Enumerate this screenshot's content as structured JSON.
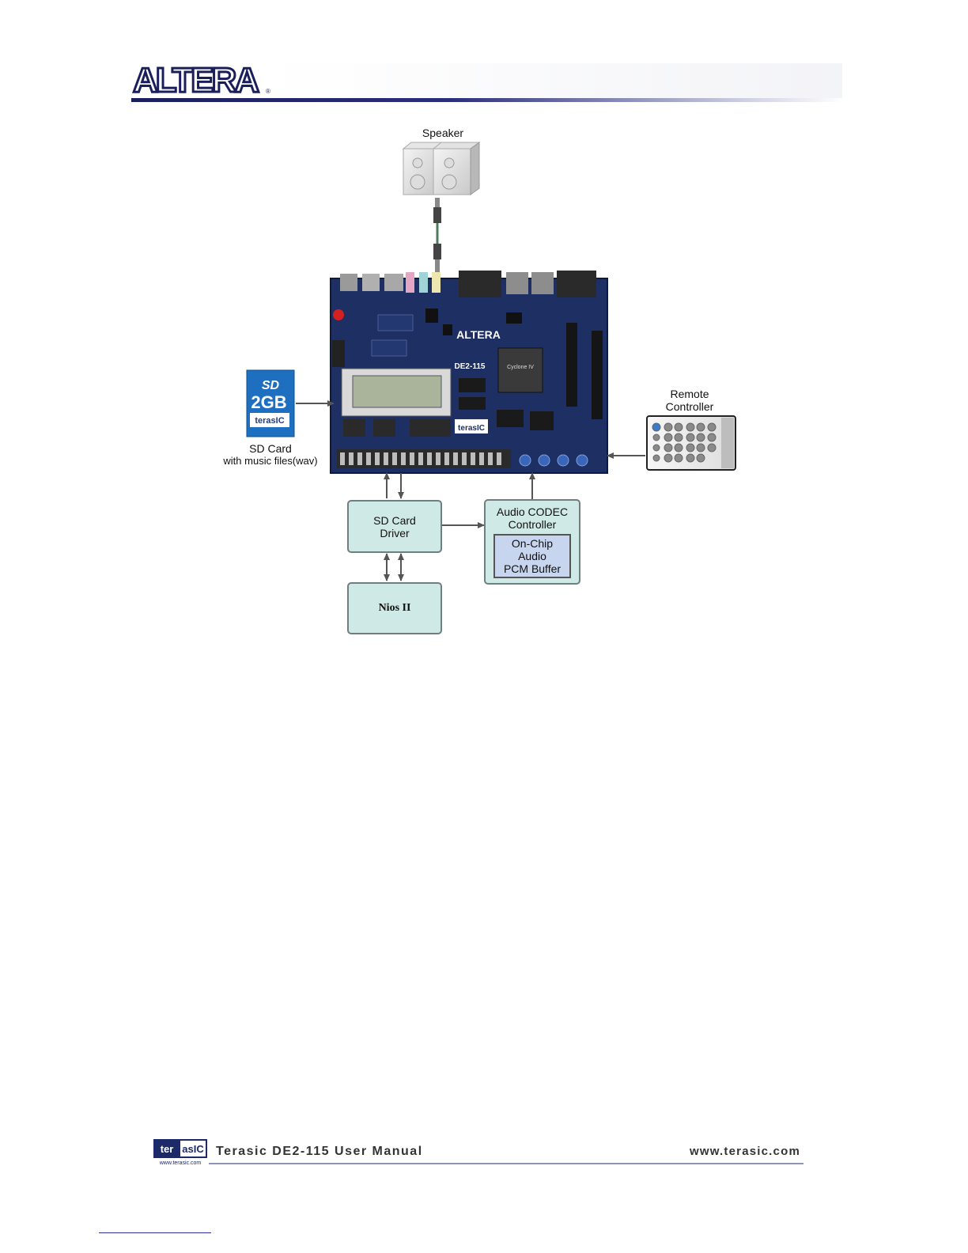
{
  "header": {
    "logo_text": "ALTERA"
  },
  "diagram": {
    "speaker_label": "Speaker",
    "sd_card": {
      "label": "SD Card",
      "sublabel": "with music files(wav)",
      "capacity": "2GB",
      "brand": "terasIC"
    },
    "remote": {
      "label_line1": "Remote",
      "label_line2": "Controller"
    },
    "board": {
      "model": "DE2-115",
      "fpga_brand": "ALTERA",
      "brand": "terasIC"
    },
    "sd_driver": {
      "line1": "SD Card",
      "line2": "Driver"
    },
    "codec": {
      "line1": "Audio CODEC",
      "line2": "Controller"
    },
    "buffer": {
      "line1": "On-Chip",
      "line2": "Audio",
      "line3": "PCM Buffer"
    },
    "nios": {
      "label": "Nios II"
    }
  },
  "footer": {
    "logo_text": "terasIC",
    "logo_url": "www.terasic.com",
    "title": "Terasic DE2-115 User Manual",
    "url": "www.terasic.com"
  },
  "colors": {
    "box_fill": "#cfe9e6",
    "buffer_fill": "#c7d5ef",
    "board_blue": "#1d2f63",
    "header_bar": "#1a1f5c"
  }
}
